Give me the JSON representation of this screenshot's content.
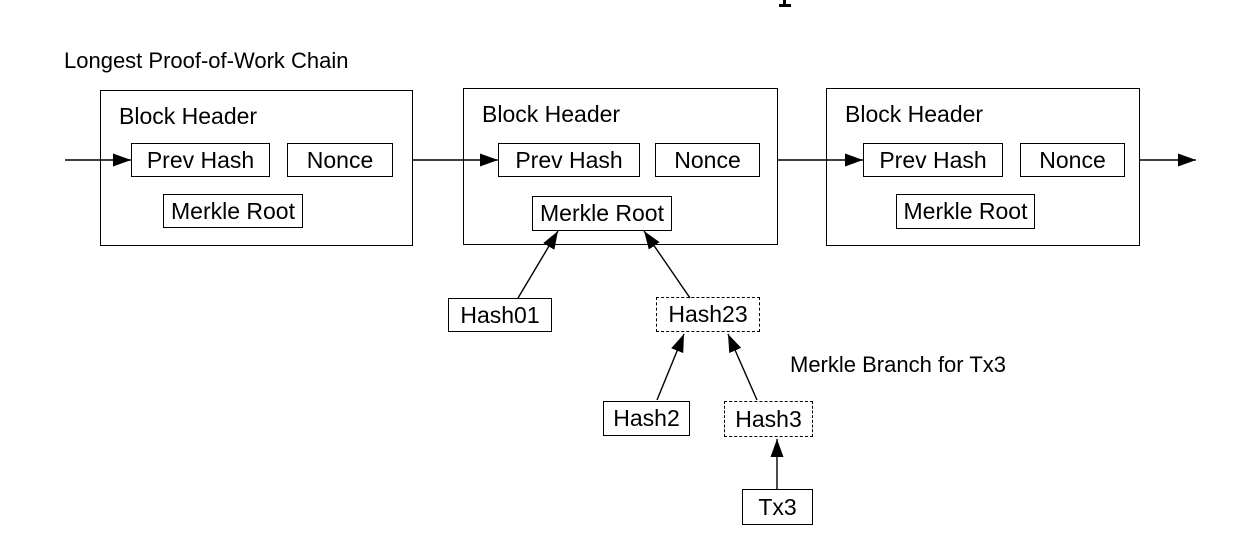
{
  "page": {
    "background": "#ffffff",
    "ink": "#000000"
  },
  "title": "Longest Proof-of-Work Chain",
  "annotation": "Merkle Branch for Tx3",
  "blocks": [
    {
      "header": "Block Header",
      "prev_hash": "Prev Hash",
      "nonce": "Nonce",
      "merkle_root": "Merkle Root"
    },
    {
      "header": "Block Header",
      "prev_hash": "Prev Hash",
      "nonce": "Nonce",
      "merkle_root": "Merkle Root"
    },
    {
      "header": "Block Header",
      "prev_hash": "Prev Hash",
      "nonce": "Nonce",
      "merkle_root": "Merkle Root"
    }
  ],
  "merkle_tree": {
    "hash01": "Hash01",
    "hash23": "Hash23",
    "hash2": "Hash2",
    "hash3": "Hash3",
    "tx3": "Tx3"
  }
}
